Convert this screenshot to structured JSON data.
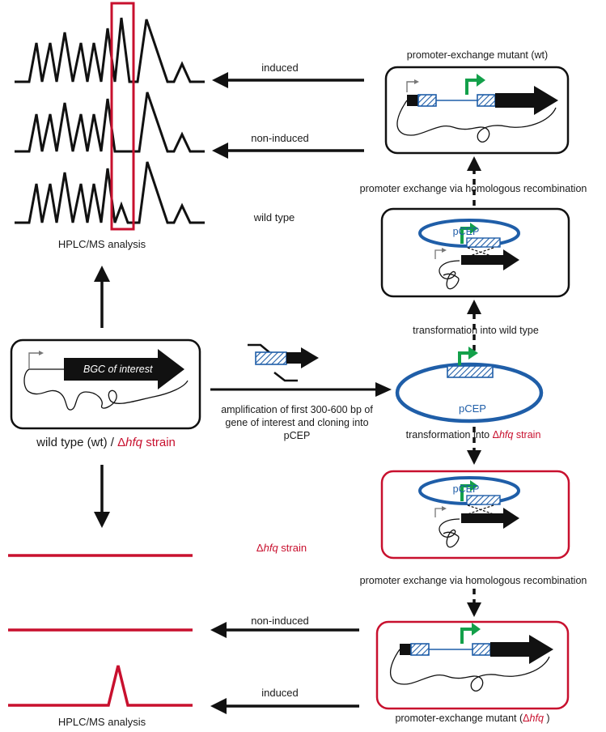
{
  "colors": {
    "red": "#c8102e",
    "blue": "#1f5ea8",
    "green": "#13a04a",
    "black": "#111111"
  },
  "labels": {
    "induced_top": "induced",
    "non_induced_top": "non-induced",
    "wild_type": "wild type",
    "hplc_top": "HPLC/MS analysis",
    "mutant_wt": "promoter-exchange mutant (wt)",
    "promoter_exchange_top": "promoter exchange via homologous recombination",
    "transformation_wt": "transformation into wild type",
    "bgc": "BGC of interest",
    "strain_caption_prefix": "wild type (wt) / ",
    "delta": "Δ",
    "hfq": "hfq",
    "strain_word": " strain",
    "amplification_1": "amplification of first 300-600 bp of",
    "amplification_2": "gene of interest and cloning into",
    "amplification_3": "pCEP",
    "transformation_hfq_prefix": "transformation into ",
    "pcep": "pCEP",
    "promoter_exchange_bottom": "promoter exchange via homologous recombination",
    "non_induced_bottom": "non-induced",
    "induced_bottom": "induced",
    "mutant_hfq_prefix": "promoter-exchange mutant (",
    "mutant_hfq_suffix": " )",
    "hplc_bottom": "HPLC/MS analysis"
  }
}
